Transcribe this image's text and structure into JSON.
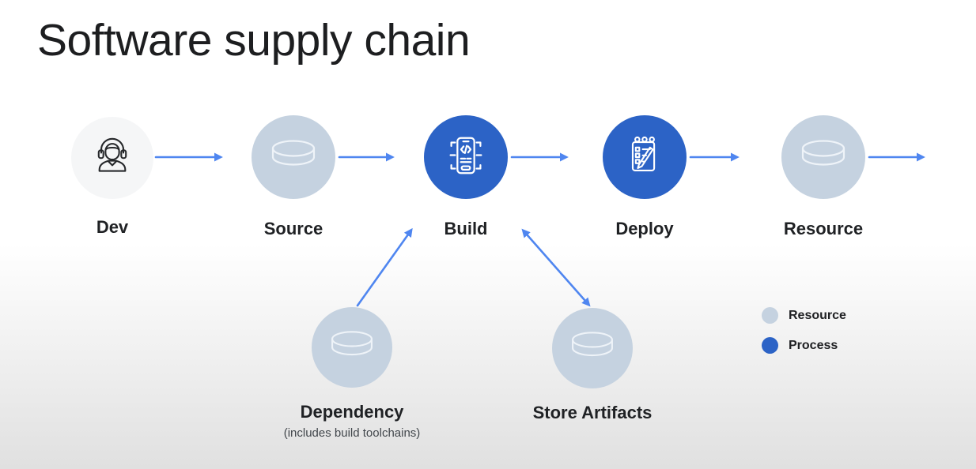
{
  "title": "Software supply chain",
  "nodes": {
    "dev": {
      "label": "Dev",
      "type": "resource",
      "icon": "developer-headset-icon"
    },
    "source": {
      "label": "Source",
      "type": "resource",
      "icon": "database-icon"
    },
    "build": {
      "label": "Build",
      "type": "process",
      "icon": "code-build-icon"
    },
    "deploy": {
      "label": "Deploy",
      "type": "process",
      "icon": "checklist-pencil-icon"
    },
    "resource": {
      "label": "Resource",
      "type": "resource",
      "icon": "database-icon"
    },
    "dependency": {
      "label": "Dependency",
      "sublabel": "(includes build toolchains)",
      "type": "resource",
      "icon": "database-icon"
    },
    "store": {
      "label": "Store Artifacts",
      "type": "resource",
      "icon": "database-icon"
    }
  },
  "edges": [
    {
      "from": "dev",
      "to": "source",
      "direction": "one-way"
    },
    {
      "from": "source",
      "to": "build",
      "direction": "one-way"
    },
    {
      "from": "build",
      "to": "deploy",
      "direction": "one-way"
    },
    {
      "from": "deploy",
      "to": "resource",
      "direction": "one-way"
    },
    {
      "from": "resource",
      "to": "offscreen-right",
      "direction": "one-way"
    },
    {
      "from": "dependency",
      "to": "build",
      "direction": "one-way"
    },
    {
      "from": "build",
      "to": "store",
      "direction": "two-way"
    }
  ],
  "legend": {
    "items": [
      {
        "label": "Resource",
        "color": "#c5d2e0"
      },
      {
        "label": "Process",
        "color": "#2c63c6"
      }
    ]
  },
  "colors": {
    "resource_node": "#c5d2e0",
    "process_node": "#2c63c6",
    "dev_node": "#f5f6f7",
    "arrow": "#4f86f0",
    "title_text": "#1d1e20",
    "label_text": "#1f2124",
    "sublabel_text": "#42474c",
    "background_bottom": "#e0e0e0"
  }
}
